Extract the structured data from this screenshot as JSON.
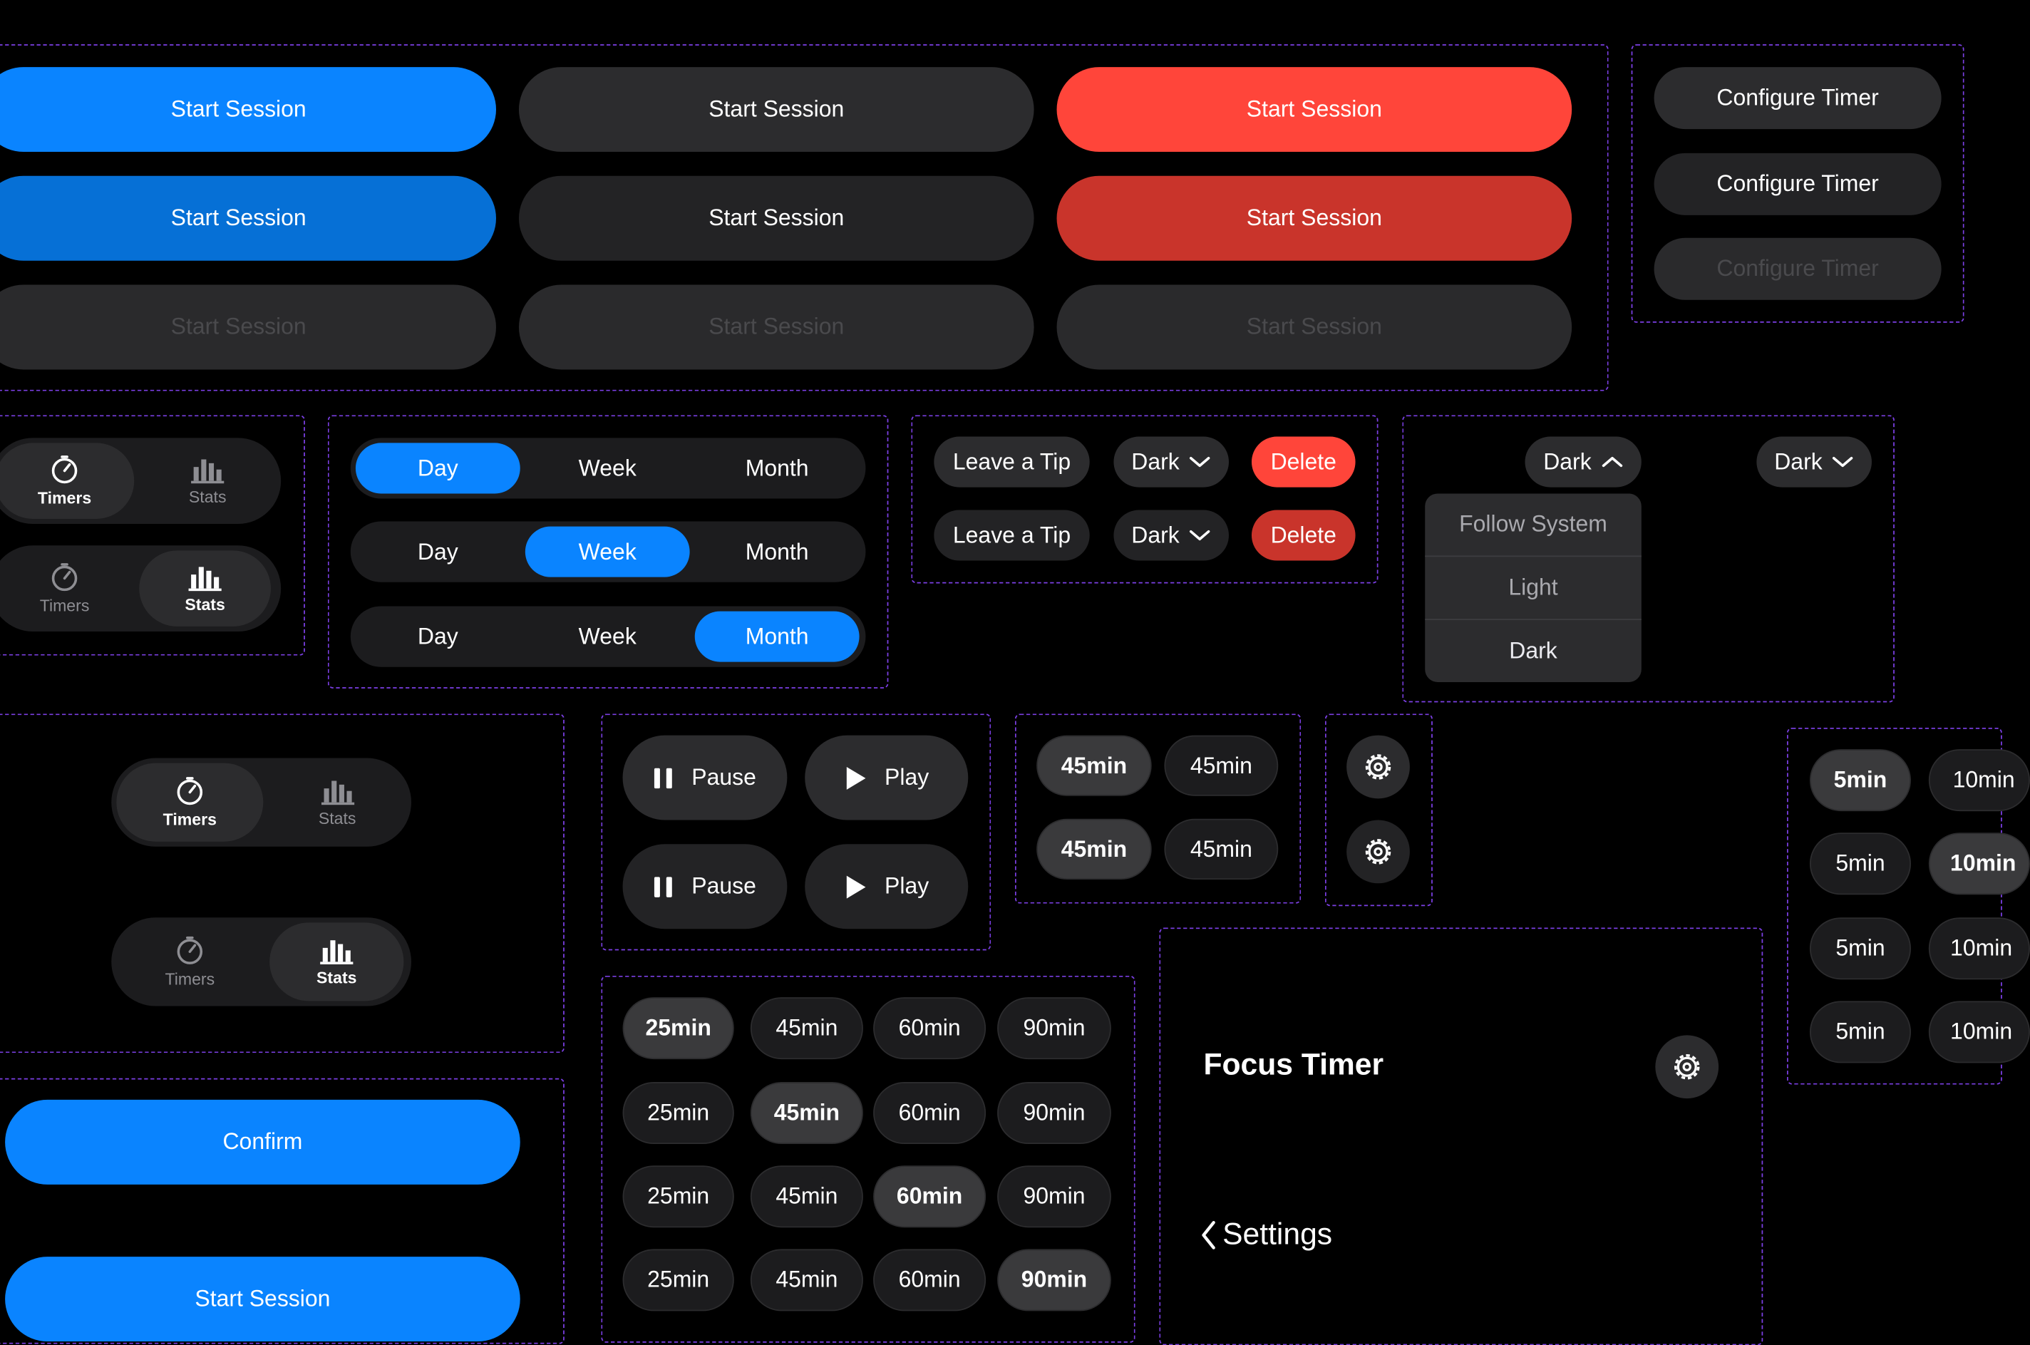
{
  "primary_buttons": {
    "label": "Start Session",
    "rows": [
      [
        "Start Session",
        "Start Session",
        "Start Session"
      ],
      [
        "Start Session",
        "Start Session",
        "Start Session"
      ],
      [
        "Start Session",
        "Start Session",
        "Start Session"
      ]
    ]
  },
  "configure": {
    "label": "Configure Timer"
  },
  "tabs": {
    "timers": "Timers",
    "stats": "Stats"
  },
  "segment": {
    "day": "Day",
    "week": "Week",
    "month": "Month"
  },
  "small_buttons": {
    "tip": "Leave a Tip",
    "theme": "Dark",
    "delete": "Delete"
  },
  "theme_menu": {
    "selected": "Dark",
    "options": [
      "Follow System",
      "Light",
      "Dark"
    ]
  },
  "playback": {
    "pause": "Pause",
    "play": "Play"
  },
  "duration_pair": {
    "a": "45min",
    "b": "45min"
  },
  "durations": [
    "25min",
    "45min",
    "60min",
    "90min"
  ],
  "short_durations": [
    "5min",
    "10min"
  ],
  "header": {
    "title": "Focus Timer",
    "back": "Settings"
  },
  "bottom_buttons": {
    "confirm": "Confirm",
    "start": "Start Session"
  },
  "colors": {
    "accent": "#0a84ff",
    "destructive": "#ff453a",
    "outline": "#7b3fe4"
  }
}
